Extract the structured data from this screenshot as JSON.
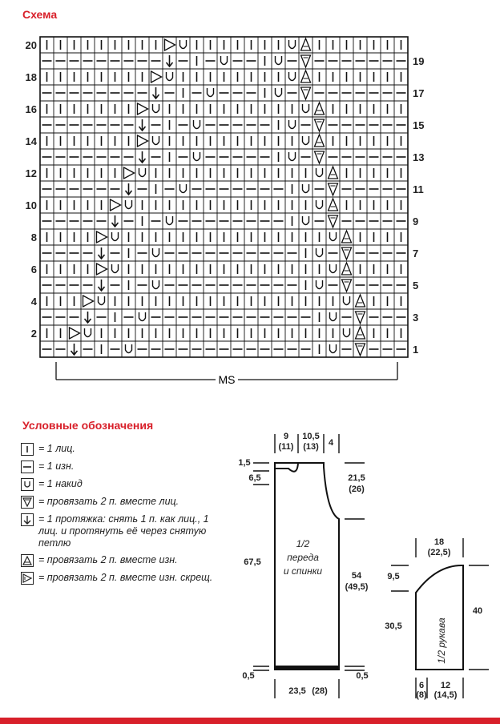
{
  "chart_title": "Схема",
  "legend_title": "Условные обозначения",
  "ms_label": "MS",
  "row_numbers_left": [
    "20",
    "18",
    "16",
    "14",
    "12",
    "10",
    "8",
    "6",
    "4",
    "2"
  ],
  "row_numbers_right": [
    "19",
    "17",
    "15",
    "13",
    "11",
    "9",
    "7",
    "5",
    "3",
    "1"
  ],
  "legend": [
    {
      "symbol": "knit-symbol",
      "text": "= 1 лиц."
    },
    {
      "symbol": "purl-symbol",
      "text": "= 1 изн."
    },
    {
      "symbol": "yarn-over-symbol",
      "text": "= 1 накид"
    },
    {
      "symbol": "knit-2-together-symbol",
      "text": "= провязать 2 п. вместе лиц."
    },
    {
      "symbol": "slip-knit-psso-symbol",
      "text": "= 1 протяжка: снять 1 п. как лиц., 1 лиц. и протянуть её через снятую петлю"
    },
    {
      "symbol": "purl-2-together-symbol",
      "text": "= провязать 2 п. вместе изн."
    },
    {
      "symbol": "purl-2-together-twisted-symbol",
      "text": "= провязать 2 п. вместе изн. скрещ."
    }
  ],
  "schematic": {
    "body_label_1": "1/2",
    "body_label_2": "переда",
    "body_label_3": "и спинки",
    "sleeve_label": "1/2 рукава",
    "dims": {
      "neck_9": "9",
      "neck_9b": "(11)",
      "neck_105": "10,5",
      "neck_105b": "(13)",
      "neck_4": "4",
      "d_15": "1,5",
      "d_65": "6,5",
      "d_215": "21,5",
      "d_215b": "(26)",
      "d_675": "67,5",
      "d_54": "54",
      "d_54b": "(49,5)",
      "d_05a": "0,5",
      "d_05b": "0,5",
      "d_235": "23,5",
      "d_235b": "(28)",
      "s_18": "18",
      "s_18b": "(22,5)",
      "s_95": "9,5",
      "s_40": "40",
      "s_305": "30,5",
      "s_6": "6",
      "s_6b": "(8)",
      "s_12": "12",
      "s_12b": "(14,5)"
    }
  }
}
